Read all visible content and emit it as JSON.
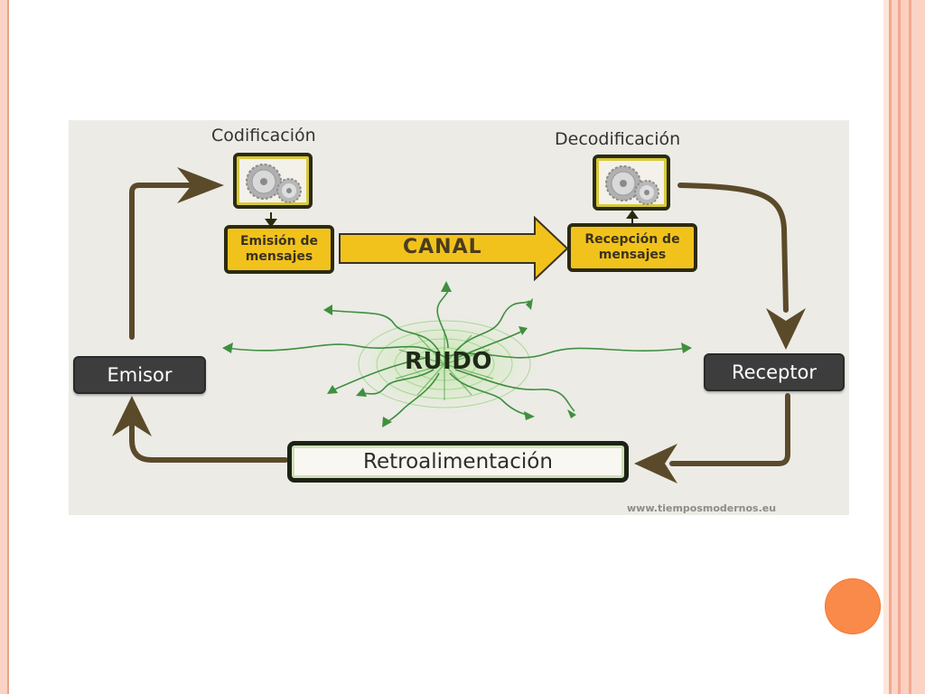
{
  "diagram": {
    "codificacion_label": "Codificación",
    "decodificacion_label": "Decodificación",
    "emision_line1": "Emisión de",
    "emision_line2": "mensajes",
    "recepcion_line1": "Recepción de",
    "recepcion_line2": "mensajes",
    "canal_label": "CANAL",
    "ruido_label": "RUIDO",
    "emisor_label": "Emisor",
    "receptor_label": "Receptor",
    "retro_label": "Retroalimentación",
    "watermark": "www.tiemposmodernos.eu"
  },
  "colors": {
    "accent_orange": "#f98a4a",
    "border_pink": "#fbd3c4",
    "canal_yellow": "#f2c21c",
    "arrow_brown": "#5b4a2a",
    "noise_green": "#3f8f3f"
  },
  "icons": [
    "gears-icon",
    "gears-icon"
  ]
}
